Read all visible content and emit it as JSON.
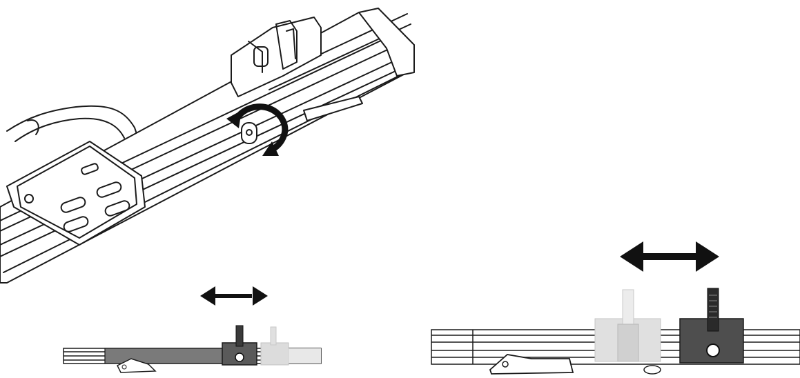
{
  "panels": [
    {
      "id": "rail-perspective",
      "icons": [
        "rotation-arrow-icon"
      ]
    },
    {
      "id": "rail-side-small",
      "icons": [
        "double-arrow-icon"
      ]
    },
    {
      "id": "rail-side-large",
      "icons": [
        "double-arrow-icon"
      ]
    }
  ],
  "colors": {
    "outline": "#1a1a1a",
    "dark_fill": "#4a4a4a",
    "mid_fill": "#8a8a8a",
    "ghost_fill": "#d6d6d6",
    "background": "#ffffff"
  }
}
